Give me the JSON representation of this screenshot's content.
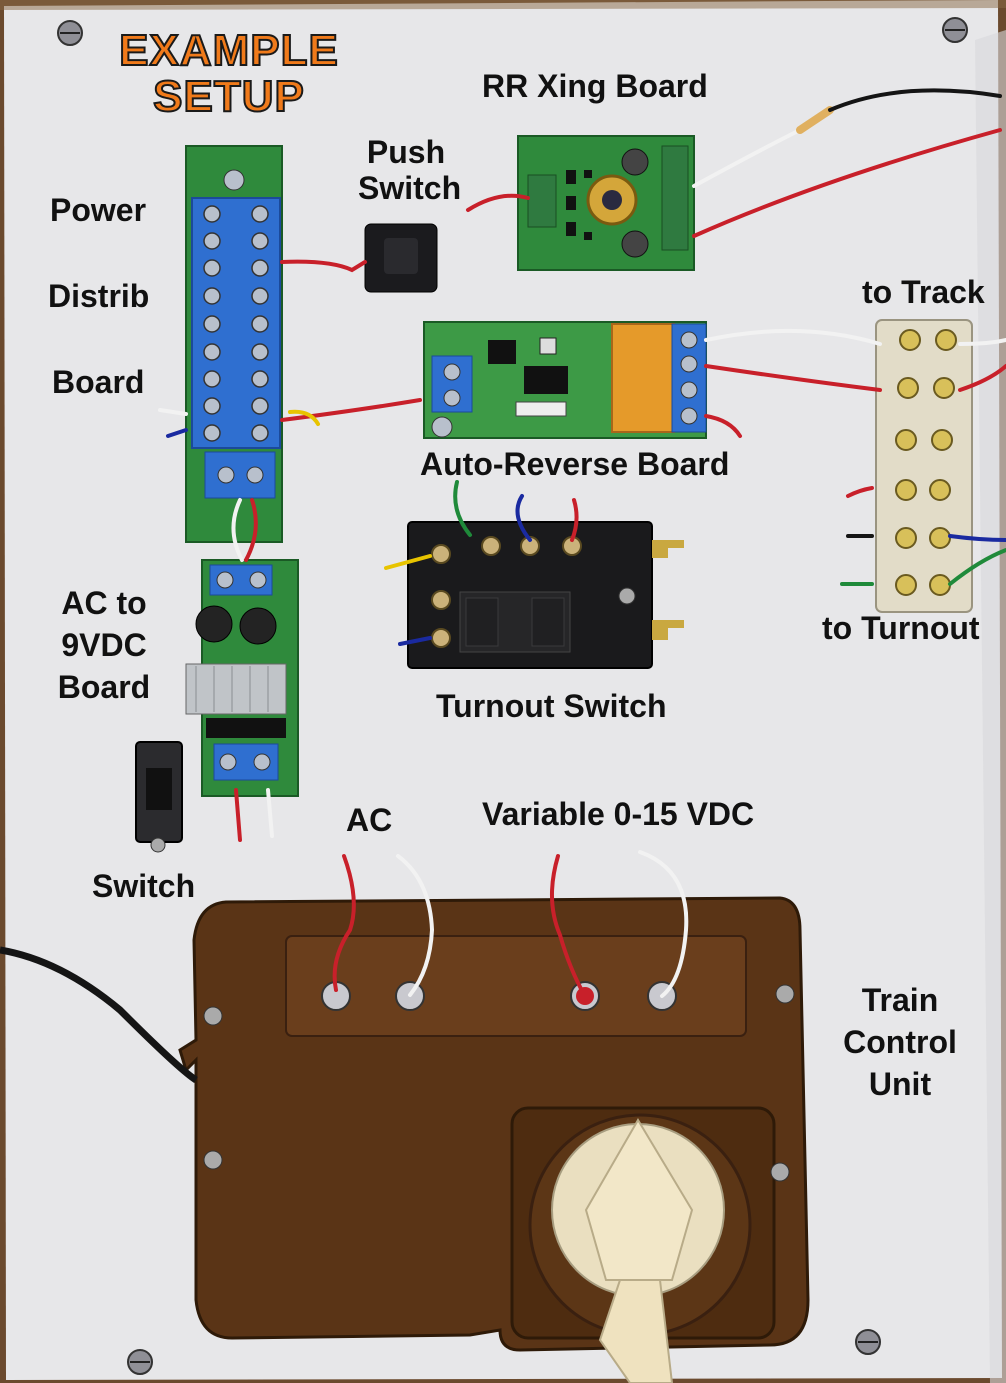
{
  "title": {
    "line1": "EXAMPLE",
    "line2": "SETUP",
    "color": "#f07a1a"
  },
  "labels": {
    "rr_xing_board": "RR Xing Board",
    "push_switch_line1": "Push",
    "push_switch_line2": "Switch",
    "power_distrib_line1": "Power",
    "power_distrib_line2": "Distrib",
    "power_distrib_line3": "Board",
    "to_track": "to Track",
    "auto_reverse_board": "Auto-Reverse Board",
    "ac_to_9vdc_line1": "AC to",
    "ac_to_9vdc_line2": "9VDC",
    "ac_to_9vdc_line3": "Board",
    "to_turnout": "to Turnout",
    "turnout_switch": "Turnout Switch",
    "ac": "AC",
    "variable_vdc": "Variable 0-15 VDC",
    "switch": "Switch",
    "train_control_line1": "Train",
    "train_control_line2": "Control",
    "train_control_line3": "Unit"
  },
  "colors": {
    "board": "#e6e6e8",
    "board_edge": "#7a5634",
    "pcb_green": "#2f8a3c",
    "terminal_blue": "#2f6fd0",
    "relay_orange": "#e59a2a",
    "transformer_brown": "#5a3416",
    "knob_cream": "#efe2bf",
    "wire_red": "#c8202a",
    "wire_white": "#f2f2f2",
    "wire_green": "#1f8a3a",
    "wire_blue": "#1a2aa0",
    "wire_yellow": "#e8c400",
    "wire_black": "#151515"
  }
}
